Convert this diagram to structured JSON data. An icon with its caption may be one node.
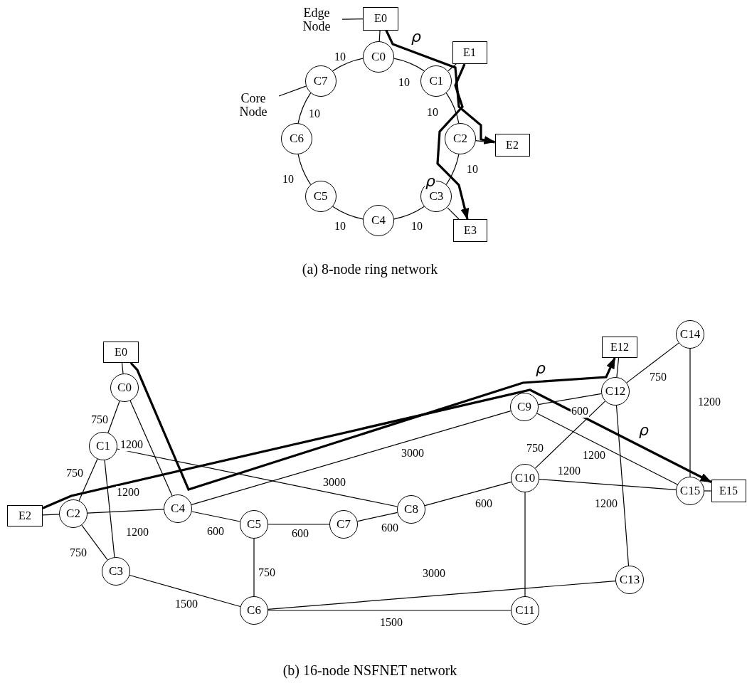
{
  "diagram": {
    "nodes": [
      {
        "text": [
          "Edge Node"
        ]
      },
      {
        "text": [
          "Core Node"
        ]
      },
      {
        "text": [
          "E0"
        ]
      },
      {
        "text": [
          "E1"
        ]
      },
      {
        "text": [
          "E2"
        ]
      },
      {
        "text": [
          "E3"
        ]
      },
      {
        "text": [
          "C0"
        ]
      },
      {
        "text": [
          "C1"
        ]
      },
      {
        "text": [
          "C2"
        ]
      },
      {
        "text": [
          "C3"
        ]
      },
      {
        "text": [
          "C4"
        ]
      },
      {
        "text": [
          "C5"
        ]
      },
      {
        "text": [
          "C6"
        ]
      },
      {
        "text": [
          "C7"
        ]
      },
      {
        "text": [
          "E0"
        ]
      },
      {
        "text": [
          "E12"
        ]
      },
      {
        "text": [
          "E2"
        ]
      },
      {
        "text": [
          "E15"
        ]
      },
      {
        "text": [
          "C0"
        ]
      },
      {
        "text": [
          "C1"
        ]
      },
      {
        "text": [
          "C2"
        ]
      },
      {
        "text": [
          "C3"
        ]
      },
      {
        "text": [
          "C4"
        ]
      },
      {
        "text": [
          "C5"
        ]
      },
      {
        "text": [
          "C6"
        ]
      },
      {
        "text": [
          "C7"
        ]
      },
      {
        "text": [
          "C8"
        ]
      },
      {
        "text": [
          "C9"
        ]
      },
      {
        "text": [
          "C10"
        ]
      },
      {
        "text": [
          "C11"
        ]
      },
      {
        "text": [
          "C12"
        ]
      },
      {
        "text": [
          "C13"
        ]
      },
      {
        "text": [
          "C14"
        ]
      },
      {
        "text": [
          "C15"
        ]
      }
    ],
    "edges": [
      {
        "from": 0,
        "to": 2,
        "arrow": "none"
      },
      {
        "from": 1,
        "to": 13,
        "arrow": "none"
      },
      {
        "from": 2,
        "to": 6,
        "arrow": "none"
      },
      {
        "from": 3,
        "to": 7,
        "arrow": "none"
      },
      {
        "from": 4,
        "to": 8,
        "arrow": "none"
      },
      {
        "from": 5,
        "to": 9,
        "arrow": "none"
      },
      {
        "from": 6,
        "to": 7,
        "arrow": "none",
        "label": "10"
      },
      {
        "from": 7,
        "to": 8,
        "arrow": "none",
        "label": "10"
      },
      {
        "from": 8,
        "to": 9,
        "arrow": "none",
        "label": "10"
      },
      {
        "from": 9,
        "to": 10,
        "arrow": "none",
        "label": "10"
      },
      {
        "from": 10,
        "to": 11,
        "arrow": "none",
        "label": "10"
      },
      {
        "from": 11,
        "to": 12,
        "arrow": "none",
        "label": "10"
      },
      {
        "from": 12,
        "to": 13,
        "arrow": "none",
        "label": "10"
      },
      {
        "from": 13,
        "to": 6,
        "arrow": "none",
        "label": "10"
      },
      {
        "from": 2,
        "to": 4,
        "arrow": "to",
        "label": "ρ",
        "style": "thick"
      },
      {
        "from": 3,
        "to": 5,
        "arrow": "to",
        "label": "ρ",
        "style": "thick"
      },
      {
        "from": 14,
        "to": 18,
        "arrow": "none"
      },
      {
        "from": 16,
        "to": 20,
        "arrow": "none"
      },
      {
        "from": 15,
        "to": 30,
        "arrow": "none"
      },
      {
        "from": 17,
        "to": 33,
        "arrow": "none"
      },
      {
        "from": 18,
        "to": 19,
        "arrow": "none",
        "label": "750"
      },
      {
        "from": 18,
        "to": 22,
        "arrow": "none",
        "label": "1200"
      },
      {
        "from": 19,
        "to": 20,
        "arrow": "none",
        "label": "750"
      },
      {
        "from": 19,
        "to": 21,
        "arrow": "none",
        "label": "1200"
      },
      {
        "from": 19,
        "to": 26,
        "arrow": "none",
        "label": "3000"
      },
      {
        "from": 20,
        "to": 22,
        "arrow": "none",
        "label": "1200"
      },
      {
        "from": 20,
        "to": 21,
        "arrow": "none",
        "label": "750"
      },
      {
        "from": 21,
        "to": 24,
        "arrow": "none",
        "label": "1500"
      },
      {
        "from": 22,
        "to": 23,
        "arrow": "none",
        "label": "600"
      },
      {
        "from": 22,
        "to": 27,
        "arrow": "none",
        "label": "3000"
      },
      {
        "from": 23,
        "to": 25,
        "arrow": "none",
        "label": "600"
      },
      {
        "from": 23,
        "to": 24,
        "arrow": "none",
        "label": "750"
      },
      {
        "from": 24,
        "to": 29,
        "arrow": "none",
        "label": "1500"
      },
      {
        "from": 24,
        "to": 31,
        "arrow": "none",
        "label": "3000"
      },
      {
        "from": 25,
        "to": 26,
        "arrow": "none",
        "label": "600"
      },
      {
        "from": 26,
        "to": 28,
        "arrow": "none",
        "label": "600"
      },
      {
        "from": 27,
        "to": 30,
        "arrow": "none",
        "label": "600"
      },
      {
        "from": 27,
        "to": 33,
        "arrow": "none",
        "label": "1200"
      },
      {
        "from": 28,
        "to": 30,
        "arrow": "none",
        "label": "750"
      },
      {
        "from": 28,
        "to": 33,
        "arrow": "none",
        "label": "1200"
      },
      {
        "from": 28,
        "to": 29,
        "arrow": "none"
      },
      {
        "from": 30,
        "to": 32,
        "arrow": "none",
        "label": "750"
      },
      {
        "from": 30,
        "to": 31,
        "arrow": "none",
        "label": "1200"
      },
      {
        "from": 32,
        "to": 33,
        "arrow": "none",
        "label": "1200"
      },
      {
        "from": 14,
        "to": 15,
        "arrow": "to",
        "label": "ρ",
        "style": "thick"
      },
      {
        "from": 16,
        "to": 17,
        "arrow": "to",
        "label": "ρ",
        "style": "thick"
      }
    ],
    "labels": [
      "(a) 8-node ring network",
      "(b) 16-node NSFNET network"
    ]
  }
}
